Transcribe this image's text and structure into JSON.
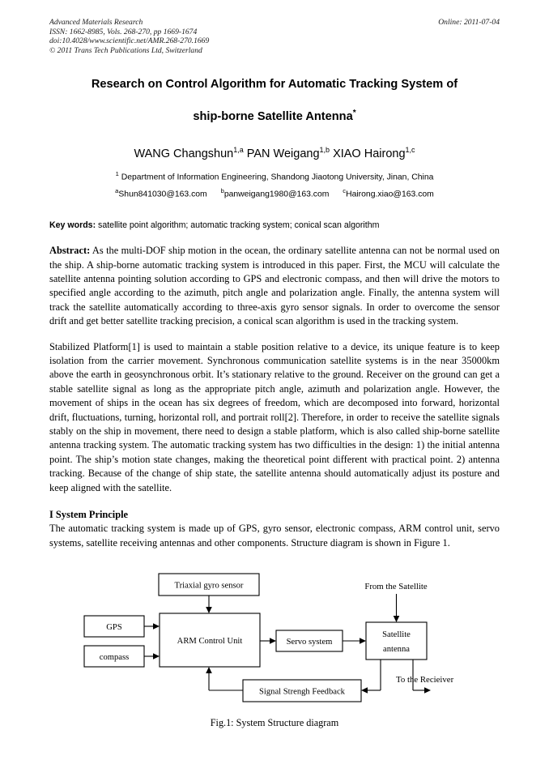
{
  "journal_header": {
    "lines": [
      "Advanced Materials Research",
      "ISSN: 1662-8985, Vols. 268-270, pp 1669-1674",
      "doi:10.4028/www.scientific.net/AMR.268-270.1669",
      "© 2011 Trans Tech Publications Ltd, Switzerland"
    ],
    "online": "Online: 2011-07-04"
  },
  "title": {
    "line1": "Research on Control Algorithm for Automatic Tracking System of",
    "line2": "ship-borne Satellite Antenna",
    "footnote_marker": "*"
  },
  "authors": {
    "list": [
      {
        "name": "WANG Changshun",
        "sup": "1,a"
      },
      {
        "name": "PAN Weigang",
        "sup": "1,b"
      },
      {
        "name": "XIAO Hairong",
        "sup": "1,c"
      }
    ],
    "affiliation_sup": "1",
    "affiliation": "Department of Information Engineering, Shandong Jiaotong University, Jinan, China",
    "emails": [
      {
        "sup": "a",
        "address": "Shun841030@163.com"
      },
      {
        "sup": "b",
        "address": "panweigang1980@163.com"
      },
      {
        "sup": "c",
        "address": "Hairong.xiao@163.com"
      }
    ]
  },
  "keywords": {
    "label": "Key words:",
    "text": " satellite point algorithm; automatic tracking system; conical scan algorithm"
  },
  "abstract": {
    "label": "Abstract:",
    "text": " As the multi-DOF ship motion in the ocean, the ordinary satellite antenna can not be normal used on the ship. A ship-borne automatic tracking system is introduced in this paper. First, the MCU will calculate the satellite antenna pointing solution according to GPS and electronic compass, and then will drive the motors to specified angle according to the azimuth, pitch angle and polarization angle. Finally, the antenna system will track the satellite automatically according to three-axis gyro sensor signals. In order to overcome the sensor drift and get better satellite tracking precision, a conical scan algorithm is used in the tracking system."
  },
  "body": {
    "paragraph_1": "Stabilized Platform[1] is used to maintain a stable position relative to a device, its unique feature is to keep isolation from the carrier movement. Synchronous communication satellite systems is in the near 35000km above the earth in geosynchronous orbit. It’s stationary relative to the ground. Receiver on the ground can get a stable satellite signal as long as the appropriate pitch angle, azimuth and polarization angle. However, the movement of ships in the ocean has six degrees of freedom, which are decomposed into forward, horizontal drift, fluctuations, turning, horizontal roll, and portrait roll[2]. Therefore, in order to receive the satellite signals stably on the ship in movement, there need to design a stable platform, which is also called ship-borne satellite antenna tracking system. The automatic tracking system has two difficulties in the design: 1) the initial antenna point. The ship’s motion state changes, making the theoretical point different with practical point. 2) antenna tracking. Because of the change of ship state, the satellite antenna should automatically adjust its posture and keep aligned with the satellite."
  },
  "section_1": {
    "heading": "I System Principle",
    "paragraph": "The automatic tracking system is made up of GPS, gyro sensor, electronic compass, ARM control unit, servo systems, satellite receiving antennas and other components. Structure diagram is shown in Figure 1."
  },
  "figure": {
    "caption": "Fig.1: System Structure diagram",
    "boxes": {
      "gyro": "Triaxial gyro sensor",
      "gps": "GPS",
      "compass": "compass",
      "arm": "ARM Control Unit",
      "servo": "Servo system",
      "antenna_line1": "Satellite",
      "antenna_line2": "antenna",
      "feedback": "Signal Strengh Feedback"
    },
    "free_labels": {
      "from_satellite": "From the Satellite",
      "to_receiver": "To the Recieiver"
    }
  },
  "colors": {
    "text": "#000000",
    "page_background": "#ffffff",
    "diagram_stroke": "#000000"
  }
}
